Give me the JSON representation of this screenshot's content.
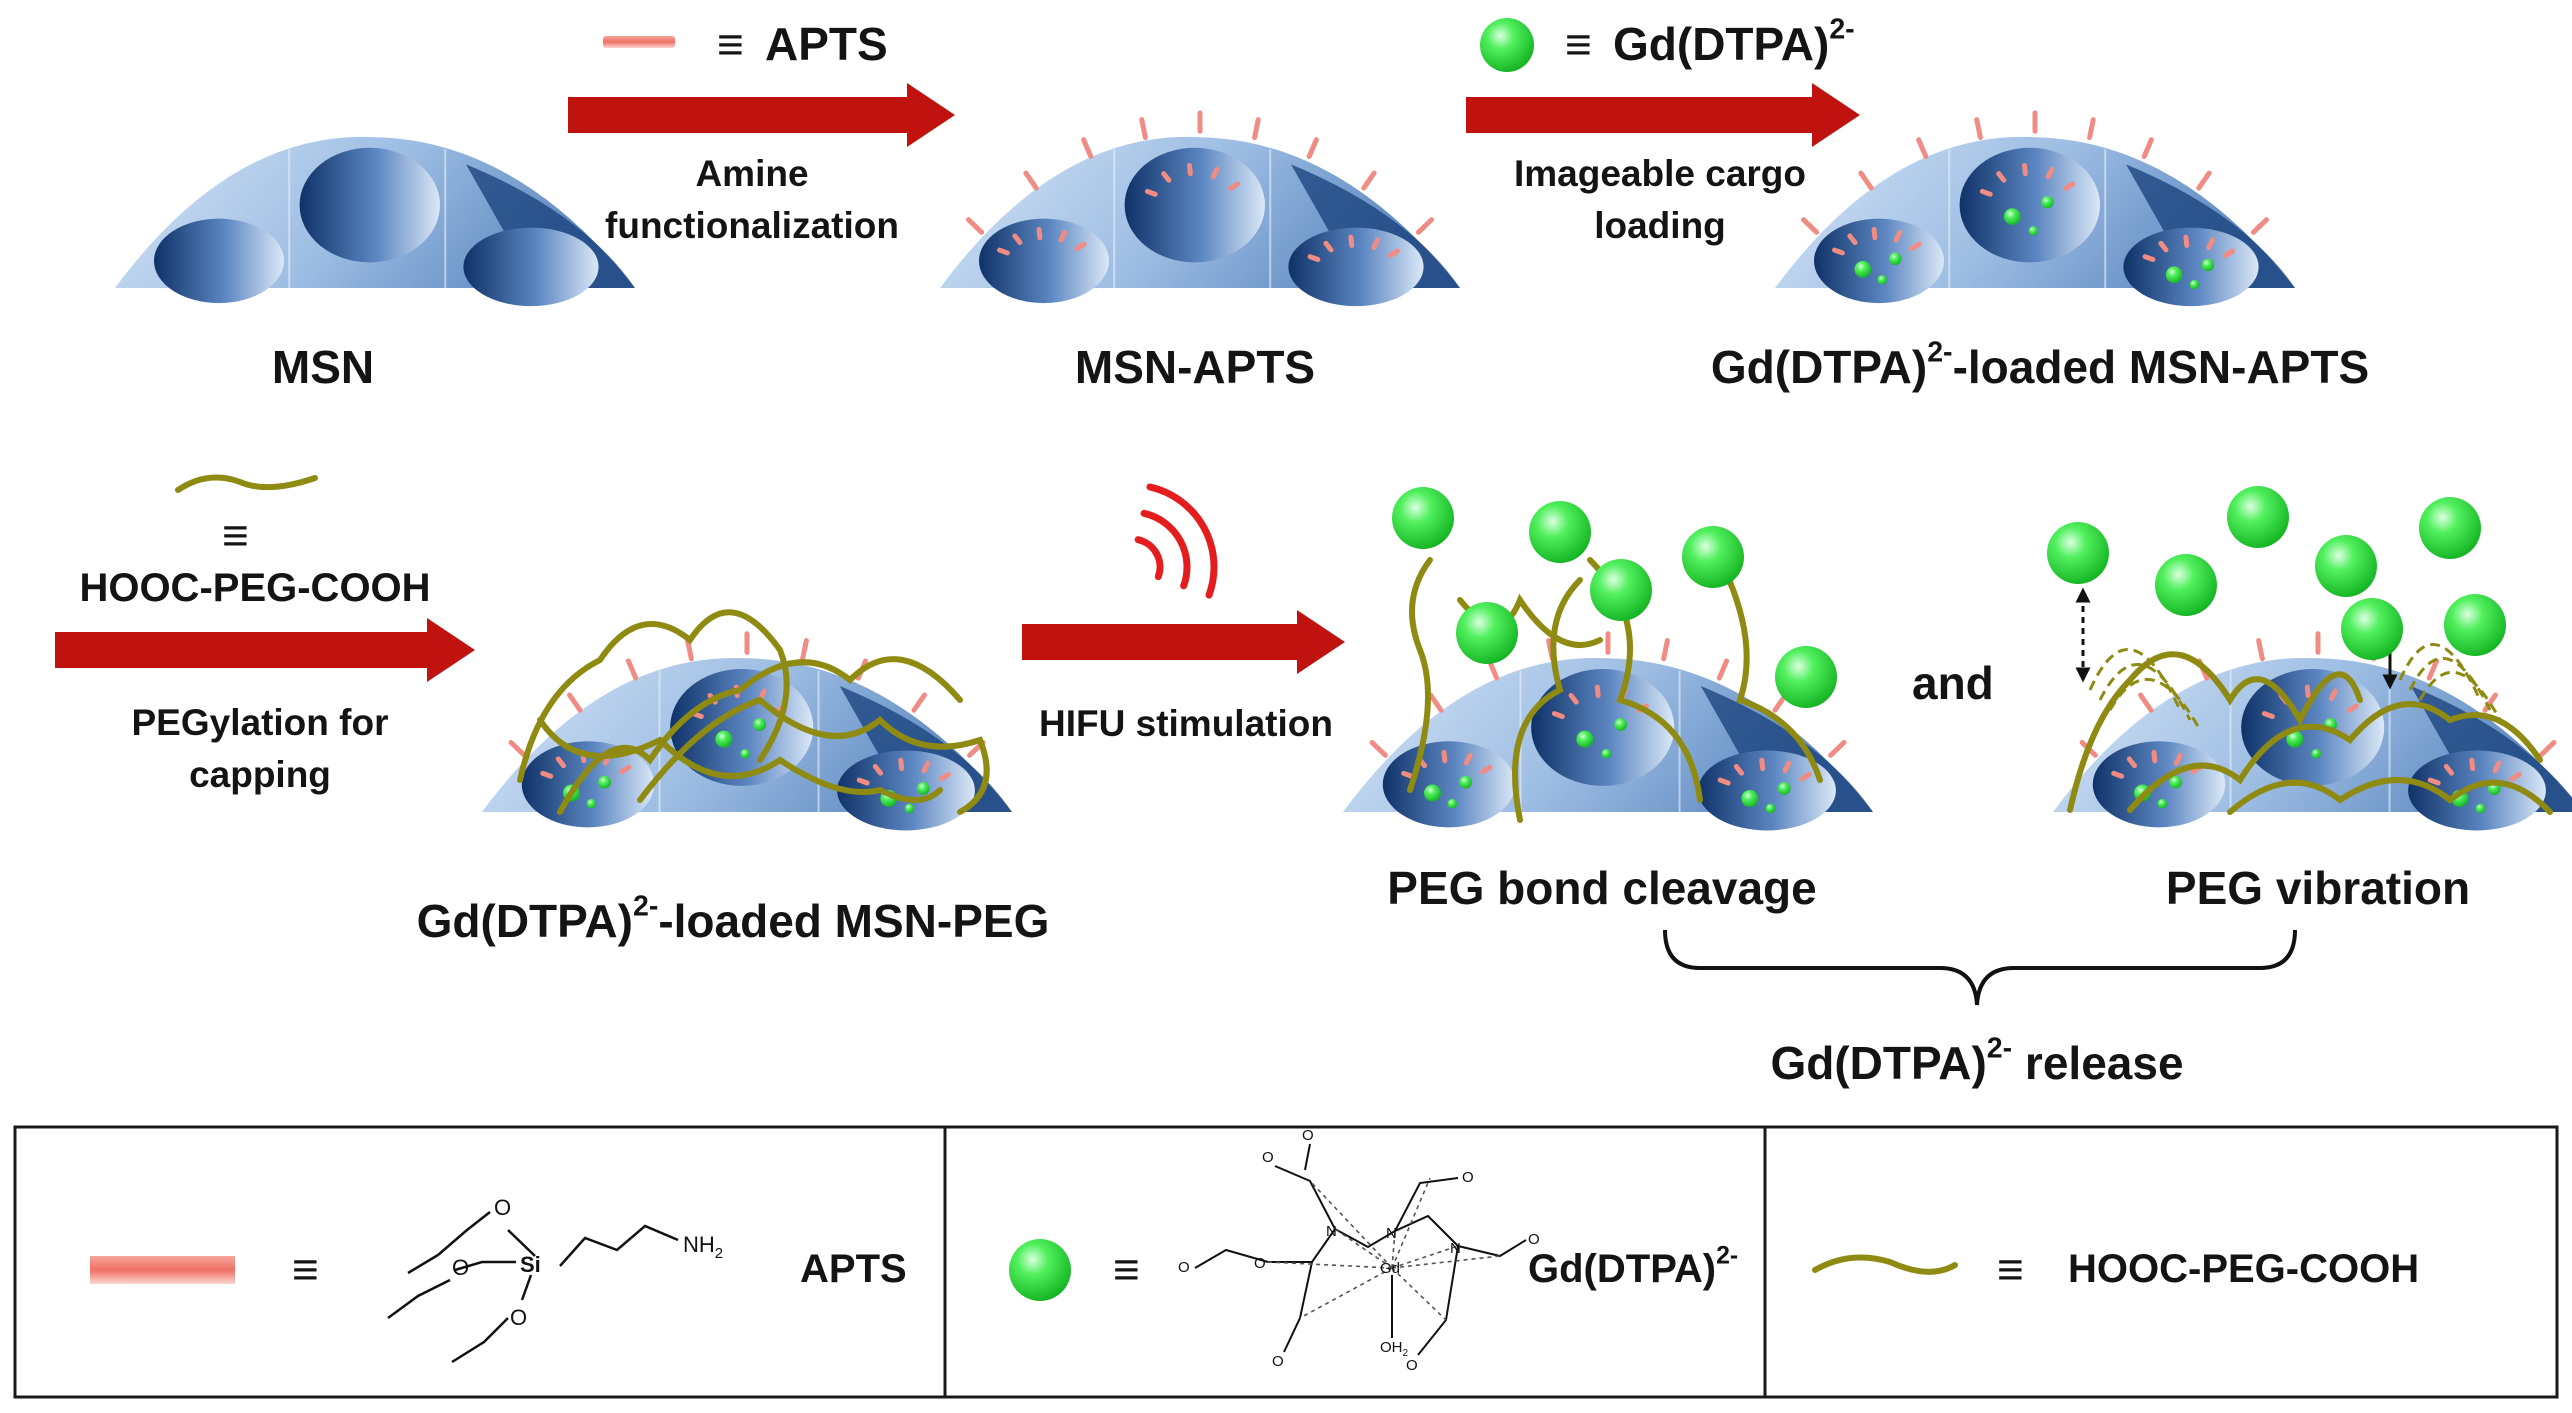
{
  "top_row": {
    "particle_1": "MSN",
    "step_1": {
      "legend_eq": "≡",
      "legend_label": "APTS",
      "line1": "Amine",
      "line2": "functionalization"
    },
    "particle_2": "MSN-APTS",
    "step_2": {
      "legend_eq": "≡",
      "legend_label": "Gd(DTPA)",
      "legend_sup": "2-",
      "line1": "Imageable cargo",
      "line2": "loading"
    },
    "particle_3_pre": "Gd(DTPA)",
    "particle_3_sup": "2-",
    "particle_3_post": "-loaded MSN-APTS"
  },
  "middle_row": {
    "step_3": {
      "legend_eq": "≡",
      "legend_label": "HOOC-PEG-COOH",
      "line1": "PEGylation for",
      "line2": "capping"
    },
    "particle_4_pre": "Gd(DTPA)",
    "particle_4_sup": "2-",
    "particle_4_post": "-loaded MSN-PEG",
    "step_4": {
      "label": "HIFU stimulation"
    },
    "connector": "and",
    "mechanism_1": "PEG bond cleavage",
    "mechanism_2": "PEG vibration",
    "release_pre": "Gd(DTPA)",
    "release_sup": "2-",
    "release_post": " release"
  },
  "legend_box": {
    "eq": "≡",
    "apts_label": "APTS",
    "gd_label": "Gd(DTPA)",
    "gd_sup": "2-",
    "peg_label": "HOOC-PEG-COOH",
    "apts_structure": {
      "o1": "O",
      "o2": "O",
      "o3": "O",
      "si": "Si",
      "amine": "NH",
      "amine_sub": "2"
    },
    "dtpa_structure": {
      "n": "N",
      "gd": "Gd",
      "water": "OH",
      "water_sub": "2",
      "o": "O",
      "o_minus": "O"
    }
  },
  "colors": {
    "arrow": "#c0120f",
    "apts": "#f08c83",
    "gd": "#2fe23f",
    "peg": "#8f8a12",
    "msn_dark": "#173f7a",
    "msn_light": "#c4d8ef",
    "hifu": "#e41e1e"
  }
}
